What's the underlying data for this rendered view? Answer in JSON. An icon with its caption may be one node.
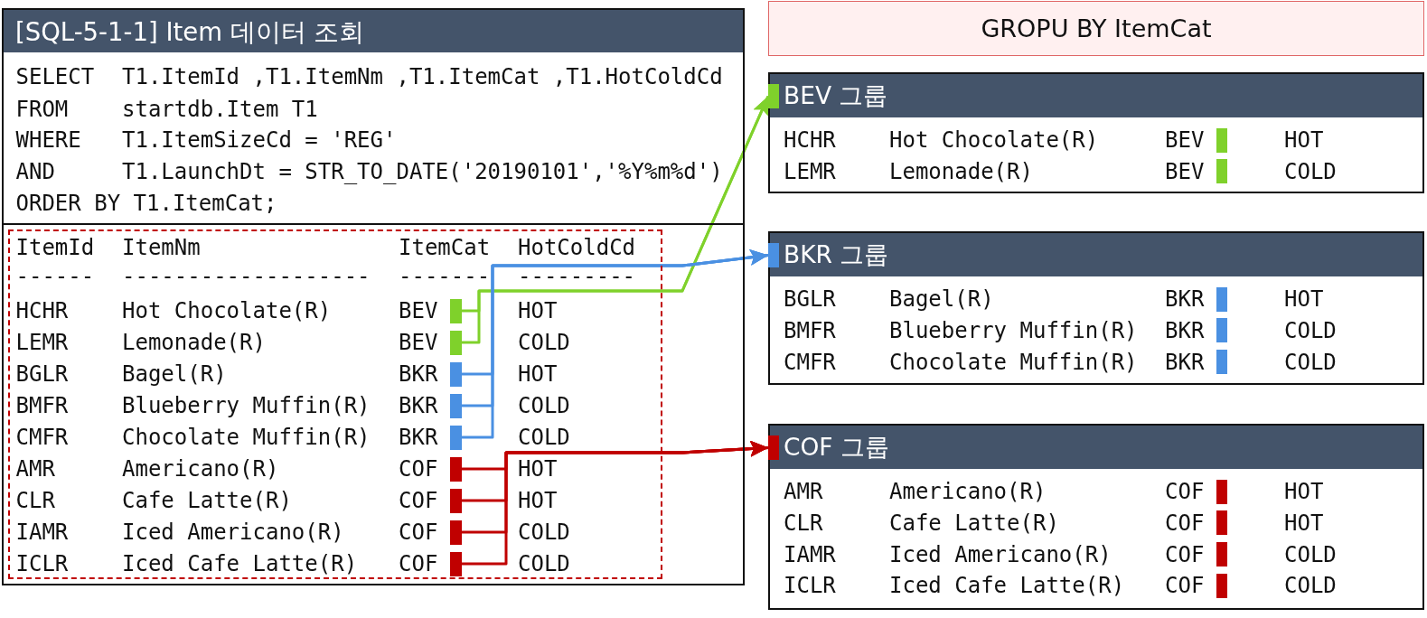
{
  "diagram": {
    "nodes": [
      {
        "text": [
          "[SQL-5-1-1] Item 데이터 조회",
          "SELECT",
          "T1.ItemId ,T1.ItemNm ,T1.ItemCat ,T1.HotColdCd",
          "FROM",
          "startdb.Item T1",
          "WHERE",
          "T1.ItemSizeCd = 'REG'",
          "AND",
          "T1.LaunchDt = STR_TO_DATE('20190101','%Y%m%d')",
          "ORDER BY T1.ItemCat;"
        ]
      },
      {
        "text": [
          "ItemId",
          "ItemNm",
          "ItemCat",
          "HotColdCd",
          "------",
          "-------------------",
          "-------",
          "---------",
          "HCHR",
          "Hot Chocolate(R)",
          "BEV",
          "HOT",
          "LEMR",
          "Lemonade(R)",
          "BEV",
          "COLD",
          "BGLR",
          "Bagel(R)",
          "BKR",
          "HOT",
          "BMFR",
          "Blueberry Muffin(R)",
          "BKR",
          "COLD",
          "CMFR",
          "Chocolate Muffin(R)",
          "BKR",
          "COLD",
          "AMR",
          "Americano(R)",
          "COF",
          "HOT",
          "CLR",
          "Cafe Latte(R)",
          "COF",
          "HOT",
          "IAMR",
          "Iced Americano(R)",
          "COF",
          "COLD",
          "ICLR",
          "Iced Cafe Latte(R)",
          "COF",
          "COLD"
        ],
        "in": 0
      },
      {
        "text": [],
        "shape": "bar",
        "in": 1
      },
      {
        "text": [],
        "shape": "bar",
        "in": 1
      },
      {
        "text": [],
        "shape": "bar",
        "in": 1
      },
      {
        "text": [],
        "shape": "bar",
        "in": 1
      },
      {
        "text": [],
        "shape": "bar",
        "in": 1
      },
      {
        "text": [],
        "shape": "bar",
        "in": 1
      },
      {
        "text": [],
        "shape": "bar",
        "in": 1
      },
      {
        "text": [],
        "shape": "bar",
        "in": 1
      },
      {
        "text": [],
        "shape": "bar",
        "in": 1
      },
      {
        "text": [
          "GROPU BY ItemCat"
        ]
      },
      {
        "text": [
          "BEV 그룹",
          "HCHR",
          "Hot Chocolate(R)",
          "BEV",
          "HOT",
          "LEMR",
          "Lemonade(R)",
          "BEV",
          "COLD"
        ]
      },
      {
        "text": [],
        "shape": "bar",
        "in": 12
      },
      {
        "text": [],
        "shape": "bar",
        "in": 12
      },
      {
        "text": [],
        "shape": "bar",
        "in": 12
      },
      {
        "text": [
          "BKR 그룹",
          "BGLR",
          "Bagel(R)",
          "BKR",
          "HOT",
          "BMFR",
          "Blueberry Muffin(R)",
          "BKR",
          "COLD",
          "CMFR",
          "Chocolate Muffin(R)",
          "BKR",
          "COLD"
        ]
      },
      {
        "text": [],
        "shape": "bar",
        "in": 16
      },
      {
        "text": [],
        "shape": "bar",
        "in": 16
      },
      {
        "text": [],
        "shape": "bar",
        "in": 16
      },
      {
        "text": [],
        "shape": "bar",
        "in": 16
      },
      {
        "text": [
          "COF 그룹",
          "AMR",
          "Americano(R)",
          "COF",
          "HOT",
          "CLR",
          "Cafe Latte(R)",
          "COF",
          "HOT",
          "IAMR",
          "Iced Americano(R)",
          "COF",
          "COLD",
          "ICLR",
          "Iced Cafe Latte(R)",
          "COF",
          "COLD"
        ]
      },
      {
        "text": [],
        "shape": "bar",
        "in": 21
      },
      {
        "text": [],
        "shape": "bar",
        "in": 21
      },
      {
        "text": [],
        "shape": "bar",
        "in": 21
      },
      {
        "text": [],
        "shape": "bar",
        "in": 21
      },
      {
        "text": [],
        "shape": "bar",
        "in": 21
      }
    ],
    "edges": [
      {
        "from": 2,
        "to": 13,
        "arrow": "to",
        "color": "#7fd12b"
      },
      {
        "from": 3,
        "to": 13,
        "arrow": "to",
        "color": "#7fd12b"
      },
      {
        "from": 4,
        "to": 17,
        "arrow": "to",
        "color": "#4a90e2"
      },
      {
        "from": 5,
        "to": 17,
        "arrow": "to",
        "color": "#4a90e2"
      },
      {
        "from": 6,
        "to": 17,
        "arrow": "to",
        "color": "#4a90e2"
      },
      {
        "from": 7,
        "to": 22,
        "arrow": "to",
        "color": "#c00000"
      },
      {
        "from": 8,
        "to": 22,
        "arrow": "to",
        "color": "#c00000"
      },
      {
        "from": 9,
        "to": 22,
        "arrow": "to",
        "color": "#c00000"
      },
      {
        "from": 10,
        "to": 22,
        "arrow": "to",
        "color": "#c00000"
      }
    ]
  }
}
